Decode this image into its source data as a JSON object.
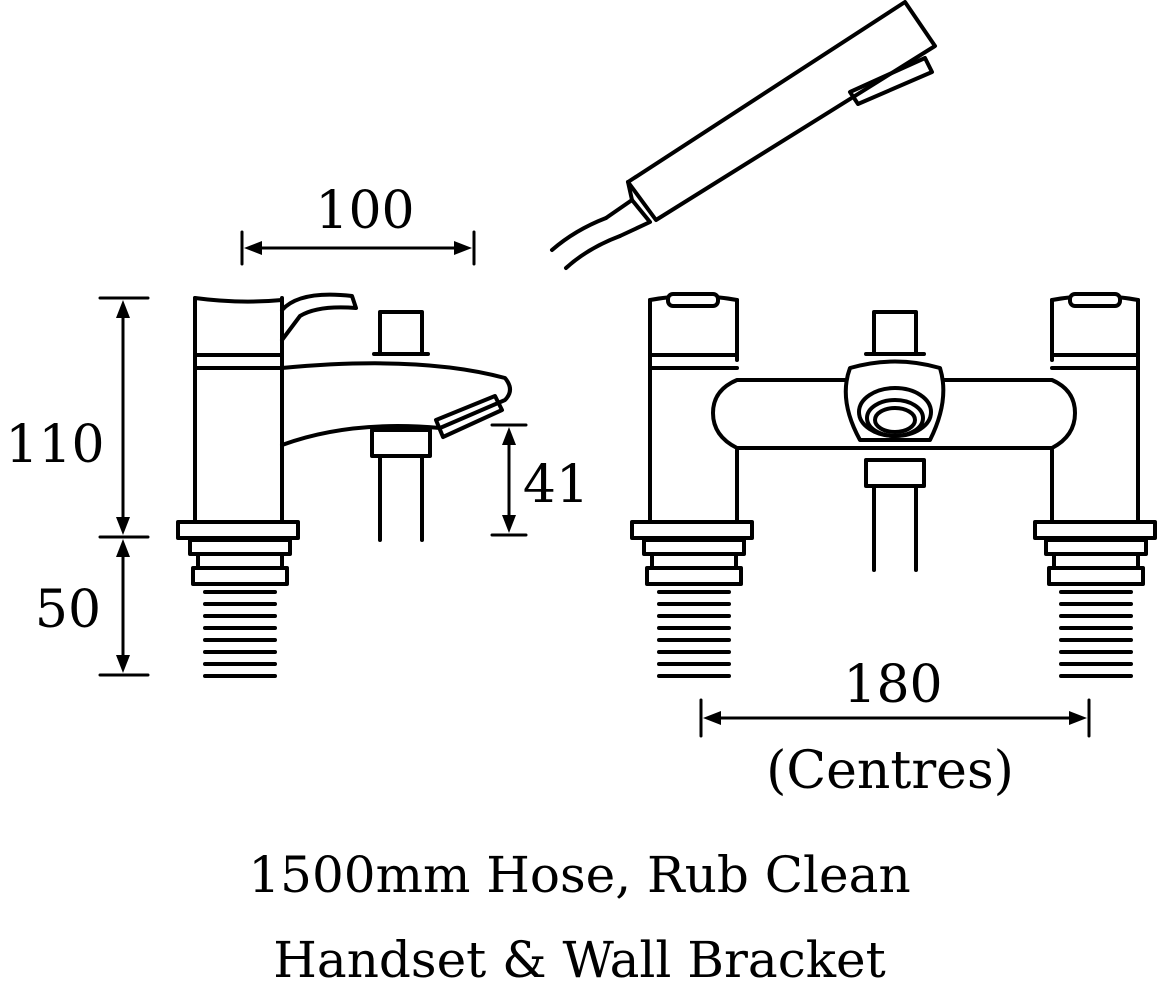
{
  "dimensions": {
    "spout_reach": "100",
    "height_above_deck": "110",
    "thread_length": "50",
    "spout_height": "41",
    "tap_centres": "180",
    "tap_centres_note": "(Centres)"
  },
  "caption": {
    "line1": "1500mm Hose, Rub Clean",
    "line2": "Handset & Wall Bracket"
  },
  "colors": {
    "line": "#000000",
    "background": "#ffffff"
  }
}
